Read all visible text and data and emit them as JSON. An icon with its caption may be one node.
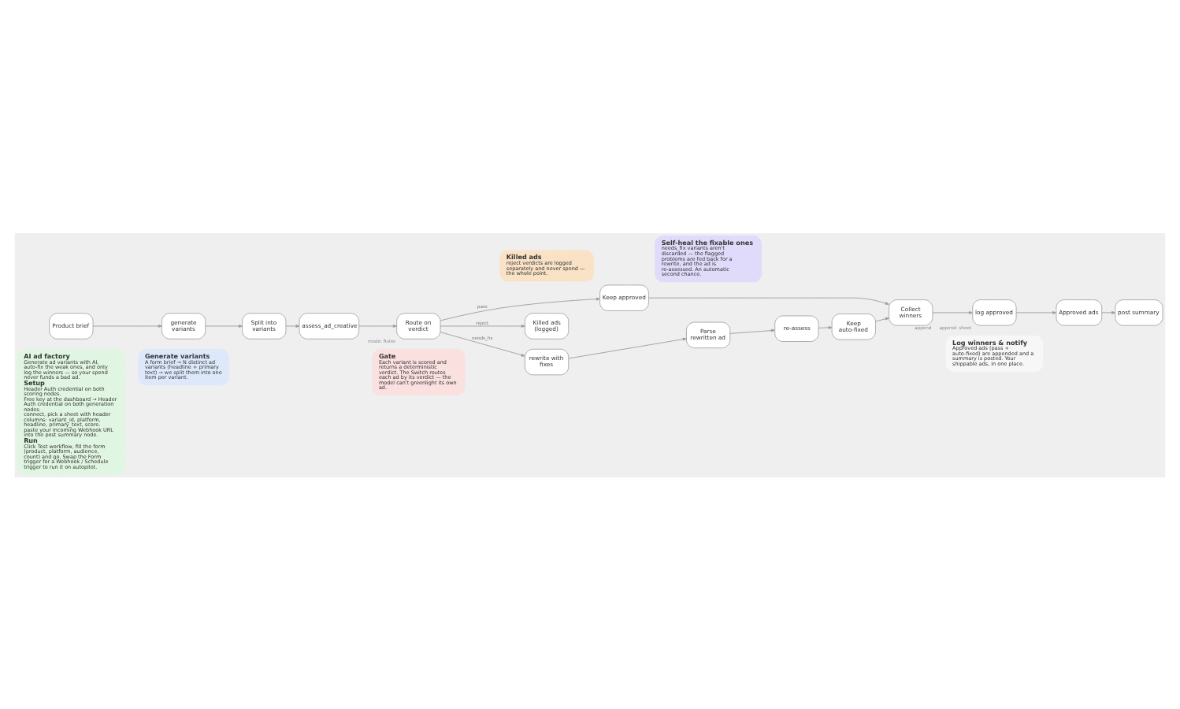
{
  "diagram": {
    "nodes": [
      {
        "text": [
          "AI ad factory",
          "Generate ad variants with AI, auto-fix the weak ones, and only log the winners — so your spend never funds a bad ad.",
          "Setup",
          "Header Auth credential on both scoring nodes.",
          "Free key at the dashboard → Header Auth credential on both generation nodes.",
          "connect, pick a sheet with header columns: variant_id, platform, headline, primary_text, score.",
          "paste your Incoming Webhook URL into the post summary node.",
          "Run",
          "Click Test workflow, fill the form (product, platform, audience, count) and go. Swap the Form trigger for a Webhook / Schedule trigger to run it on autopilot."
        ]
      },
      {
        "text": [
          "Generate variants",
          "A form brief → N distinct ad variants (headline + primary text) → we split them into one item per variant."
        ]
      },
      {
        "text": [
          "Gate",
          "Each variant is scored and returns a deterministic verdict. The Switch routes each ad by its verdict — the model can't greenlight its own ad."
        ]
      },
      {
        "text": [
          "Log winners & notify",
          "Approved ads (pass + auto-fixed) are appended and a summary is posted. Your shippable ads, in one place."
        ]
      },
      {
        "text": [
          "Product brief"
        ]
      },
      {
        "text": [
          "generate variants"
        ]
      },
      {
        "text": [
          "Split into variants"
        ]
      },
      {
        "text": [
          "assess_ad_creative"
        ]
      },
      {
        "text": [
          "Route on verdict"
        ],
        "beside": [
          "mode: Rules"
        ]
      },
      {
        "text": [
          "Keep approved"
        ]
      },
      {
        "text": [
          "Collect winners"
        ],
        "beside": [
          "append"
        ]
      },
      {
        "text": [
          "log approved"
        ],
        "beside": [
          "append: sheet"
        ]
      },
      {
        "text": [
          "Approved ads"
        ]
      },
      {
        "text": [
          "post summary"
        ]
      },
      {
        "text": [
          "Killed ads (logged)"
        ]
      },
      {
        "text": [
          "rewrite with fixes"
        ]
      },
      {
        "text": [
          "Parse rewritten ad"
        ]
      },
      {
        "text": [
          "re-assess"
        ]
      },
      {
        "text": [
          "Keep auto-fixed"
        ]
      },
      {
        "text": [
          "Killed ads",
          "reject verdicts are logged separately and never spend — the whole point."
        ]
      },
      {
        "text": [
          "Self-heal the fixable ones",
          "needs_fix variants aren't discarded — the flagged problems are fed back for a rewrite, and the ad is re-assessed. An automatic second chance."
        ]
      }
    ],
    "edges": [
      {
        "from": 4,
        "to": 5,
        "arrow": "to"
      },
      {
        "from": 5,
        "to": 6,
        "arrow": "to"
      },
      {
        "from": 6,
        "to": 7,
        "arrow": "to"
      },
      {
        "from": 7,
        "to": 8,
        "arrow": "to"
      },
      {
        "from": 8,
        "to": 9,
        "arrow": "to",
        "label": "pass"
      },
      {
        "from": 8,
        "to": 14,
        "arrow": "to",
        "label": "reject"
      },
      {
        "from": 8,
        "to": 15,
        "arrow": "to",
        "label": "needs_fix"
      },
      {
        "from": 9,
        "to": 10,
        "arrow": "to"
      },
      {
        "from": 15,
        "to": 16,
        "arrow": "to"
      },
      {
        "from": 16,
        "to": 17,
        "arrow": "to"
      },
      {
        "from": 17,
        "to": 18,
        "arrow": "to"
      },
      {
        "from": 18,
        "to": 10,
        "arrow": "to"
      },
      {
        "from": 10,
        "to": 11,
        "arrow": "to"
      },
      {
        "from": 11,
        "to": 12,
        "arrow": "to"
      },
      {
        "from": 12,
        "to": 13,
        "arrow": "to"
      }
    ]
  }
}
